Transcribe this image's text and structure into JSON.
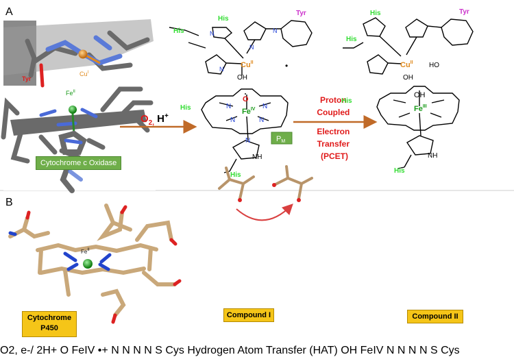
{
  "panel_a": {
    "letter": "A",
    "enzyme_label": "Cytochrome c Oxidase",
    "render": {
      "tyr": "Tyr",
      "cu": "Cu",
      "cu_sup": "I",
      "fe": "Fe",
      "fe_sup": "II"
    },
    "arrow1": {
      "label": "O",
      "sub": "2,",
      "extra": " H",
      "sup": "+"
    },
    "middle": {
      "his": "His",
      "tyr": "Tyr",
      "cu": "Cu",
      "cu_sup": "II",
      "oh": "OH",
      "fe": "Fe",
      "fe_sup": "IV",
      "o": "O",
      "n": "N",
      "nh": "NH",
      "radical": "•"
    },
    "pm_badge": {
      "main": "P",
      "sub": "M"
    },
    "arrow2_lines": [
      "Proton",
      "Coupled",
      "Electron",
      "Transfer",
      "(PCET)"
    ],
    "right": {
      "his": "His",
      "tyr": "Tyr",
      "cu": "Cu",
      "cu_sup": "II",
      "oh": "OH",
      "fe": "Fe",
      "fe_sup": "III",
      "ho": "HO",
      "nh": "NH"
    }
  },
  "panel_b": {
    "letter": "B",
    "enzyme_label_lines": [
      "Cytochrome",
      "P450"
    ],
    "render": {
      "fe": "Fe",
      "fe_sup": "II"
    },
    "arrow1": {
      "o": "O",
      "o_sub": "2,",
      "line2": "e",
      "line2_sup": "-",
      "line2_rest": "/ 2H",
      "line2_sup2": "+"
    },
    "compound1": {
      "label": "Compound I",
      "fe": "Fe",
      "fe_sup": "IV",
      "o": "O",
      "radical": "•+",
      "s": "S",
      "cys": "Cys",
      "n": "N"
    },
    "arrow2_lines": [
      "Hydrogen",
      "Atom",
      "Transfer",
      "(HAT)"
    ],
    "compound2": {
      "label": "Compound II",
      "fe": "Fe",
      "fe_sup": "IV",
      "oh": "OH",
      "s": "S",
      "cys": "Cys",
      "n": "N"
    }
  },
  "colors": {
    "his": "#33dd33",
    "tyr": "#cc33cc",
    "cu": "#e08a1e",
    "fe": "#1a9a1a",
    "red": "#e01a1a",
    "n": "#1f3fd6",
    "s": "#e08a1e"
  }
}
